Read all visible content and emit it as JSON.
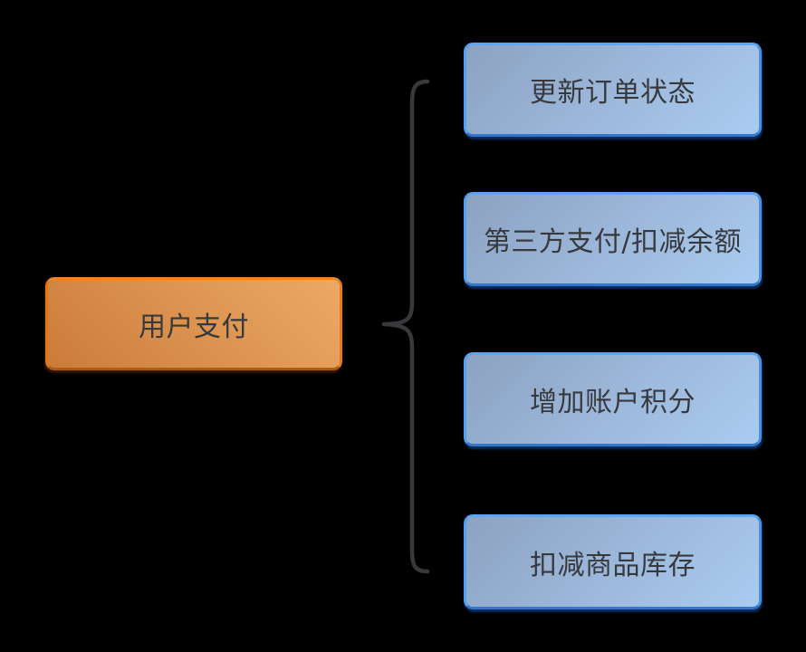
{
  "diagram": {
    "root": {
      "label": "用户支付"
    },
    "children": [
      {
        "label": "更新订单状态"
      },
      {
        "label": "第三方支付/扣减余额"
      },
      {
        "label": "增加账户积分"
      },
      {
        "label": "扣减商品库存"
      }
    ],
    "connector": "curly-brace"
  },
  "colors": {
    "background": "#000000",
    "text": "#37393D",
    "brace": "#37393D",
    "root_fill_light": "#EDA965",
    "root_fill_dark": "#CB7B3A",
    "root_border_top": "#EC8526",
    "root_border_bottom": "#B05A14",
    "child_fill_dark": "#8CA2C1",
    "child_fill_light": "#A9CCF0",
    "child_border_top": "#5BA5F2",
    "child_border_bottom": "#3377CC"
  }
}
